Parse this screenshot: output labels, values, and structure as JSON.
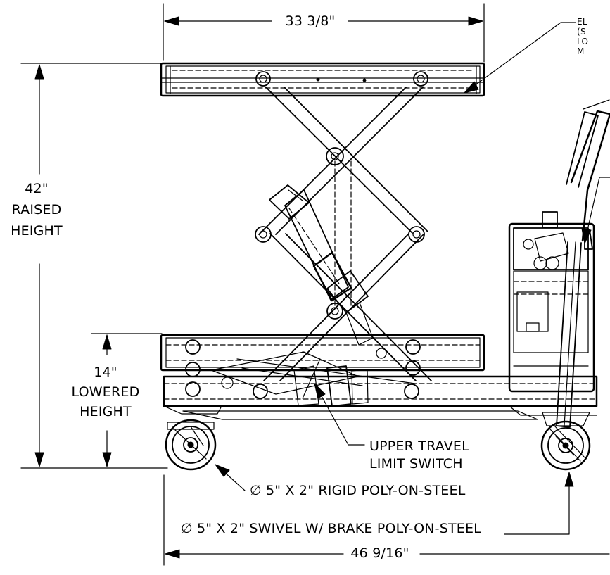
{
  "dimensions": {
    "top_width": "33 3/8\"",
    "raised_height": [
      "42\"",
      "RAISED",
      "HEIGHT"
    ],
    "lowered_height": [
      "14\"",
      "LOWERED",
      "HEIGHT"
    ],
    "bottom_length": "46 9/16\""
  },
  "callouts": {
    "upper_limit_switch": [
      "UPPER TRAVEL",
      "LIMIT SWITCH"
    ],
    "rigid_caster": "∅ 5\" X 2\" RIGID POLY-ON-STEEL",
    "swivel_caster": "∅ 5\" X 2\" SWIVEL W/ BRAKE POLY-ON-STEEL",
    "top_right_note": [
      "EL",
      "(S",
      "LO",
      "M"
    ]
  }
}
